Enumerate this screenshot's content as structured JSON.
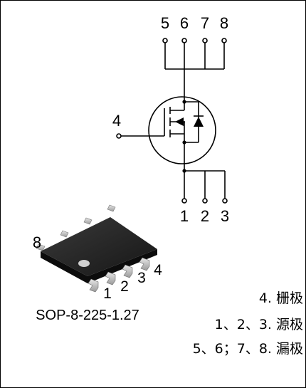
{
  "pins_top": [
    "5",
    "6",
    "7",
    "8"
  ],
  "pins_bottom": [
    "1",
    "2",
    "3"
  ],
  "gate_pin": "4",
  "package": {
    "corner_label": "8",
    "lead_labels": [
      "1",
      "2",
      "3",
      "4"
    ],
    "name": "SOP-8-225-1.27"
  },
  "legend": [
    "4. 栅极",
    "1、2、3. 源极",
    "5、6；7、8. 漏极"
  ]
}
